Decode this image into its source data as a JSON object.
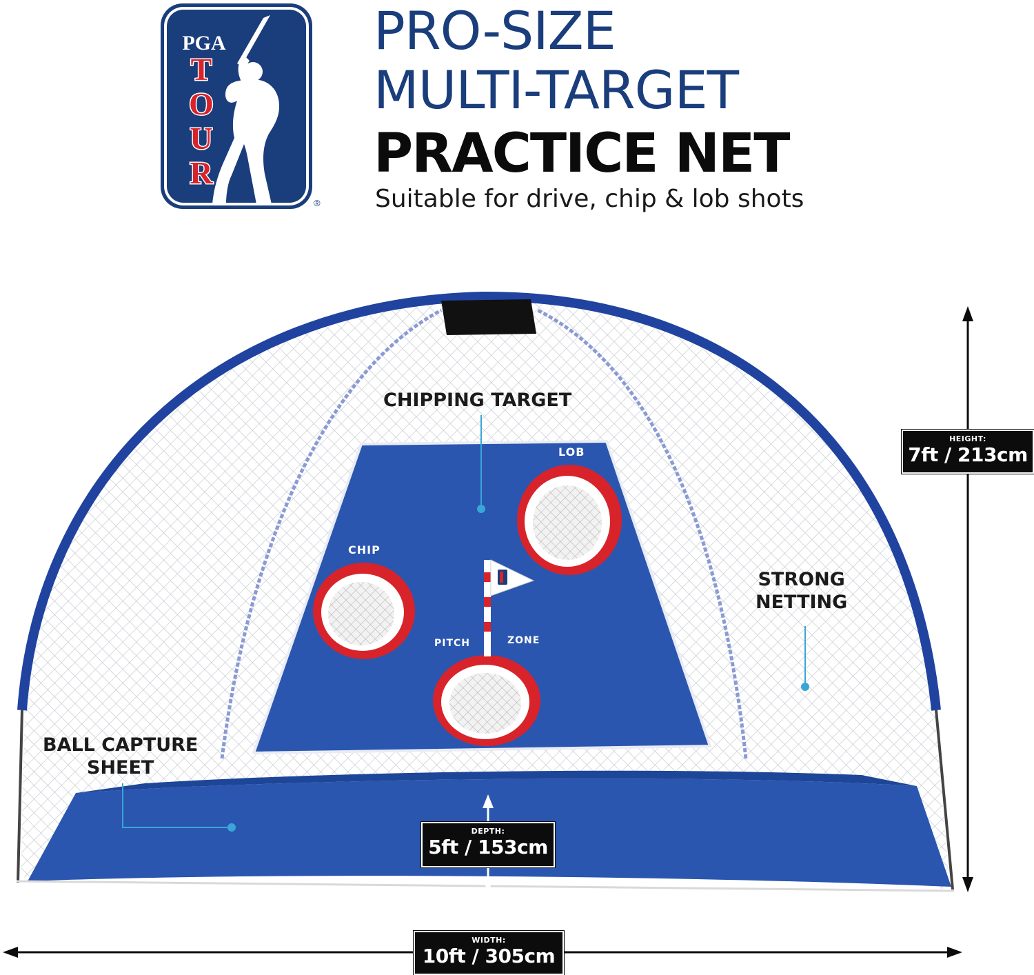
{
  "logo": {
    "line1": "PGA",
    "line2": "TOUR",
    "registered": "®"
  },
  "headline": {
    "line1": "PRO-SIZE",
    "line2": "MULTI-TARGET",
    "line3": "PRACTICE NET",
    "subtitle": "Suitable for drive, chip & lob shots"
  },
  "callouts": {
    "chipping_target": "CHIPPING TARGET",
    "strong_netting_1": "STRONG",
    "strong_netting_2": "NETTING",
    "ball_capture_1": "BALL CAPTURE",
    "ball_capture_2": "SHEET"
  },
  "target_labels": {
    "lob": "LOB",
    "chip": "CHIP",
    "pitch": "PITCH",
    "zone": "ZONE"
  },
  "dimensions": {
    "height": {
      "label": "HEIGHT:",
      "value": "7ft / 213cm"
    },
    "depth": {
      "label": "DEPTH:",
      "value": "5ft / 153cm"
    },
    "width": {
      "label": "WIDTH:",
      "value": "10ft / 305cm"
    }
  },
  "colors": {
    "brand_blue": "#1a3d7c",
    "net_blue": "#2a56b0",
    "target_red": "#d8232a",
    "callout_line": "#3aa6d8"
  }
}
